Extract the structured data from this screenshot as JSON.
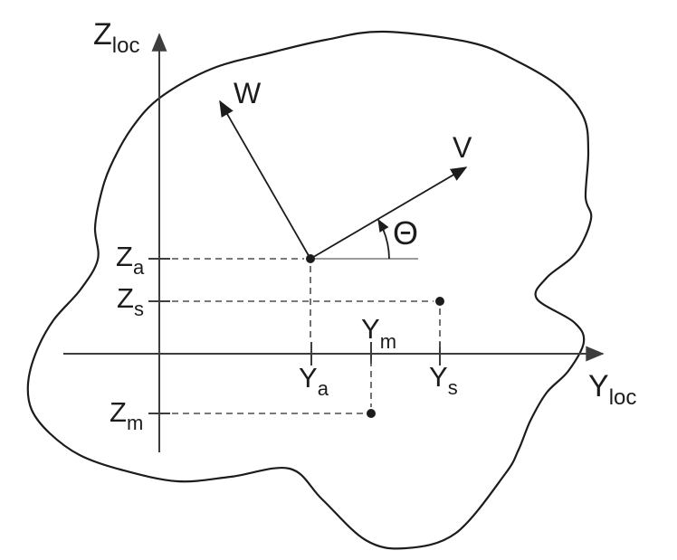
{
  "diagram": {
    "colors": {
      "background": "#ffffff",
      "line": "#1c1c1c",
      "axis": "#3d3d3d",
      "dash": "#4f4f4f",
      "reference": "#9b9b9b"
    },
    "axis_labels": {
      "vertical": {
        "base": "Z",
        "sub": "loc"
      },
      "horizontal": {
        "base": "Y",
        "sub": "loc"
      }
    },
    "vector_labels": {
      "w": "W",
      "v": "V"
    },
    "angle_label": "Θ",
    "z_axis_ticks": [
      {
        "base": "Z",
        "sub": "a"
      },
      {
        "base": "Z",
        "sub": "s"
      },
      {
        "base": "Z",
        "sub": "m"
      }
    ],
    "y_axis_ticks": [
      {
        "base": "Y",
        "sub": "a"
      },
      {
        "base": "Y",
        "sub": "m"
      },
      {
        "base": "Y",
        "sub": "s"
      }
    ]
  }
}
